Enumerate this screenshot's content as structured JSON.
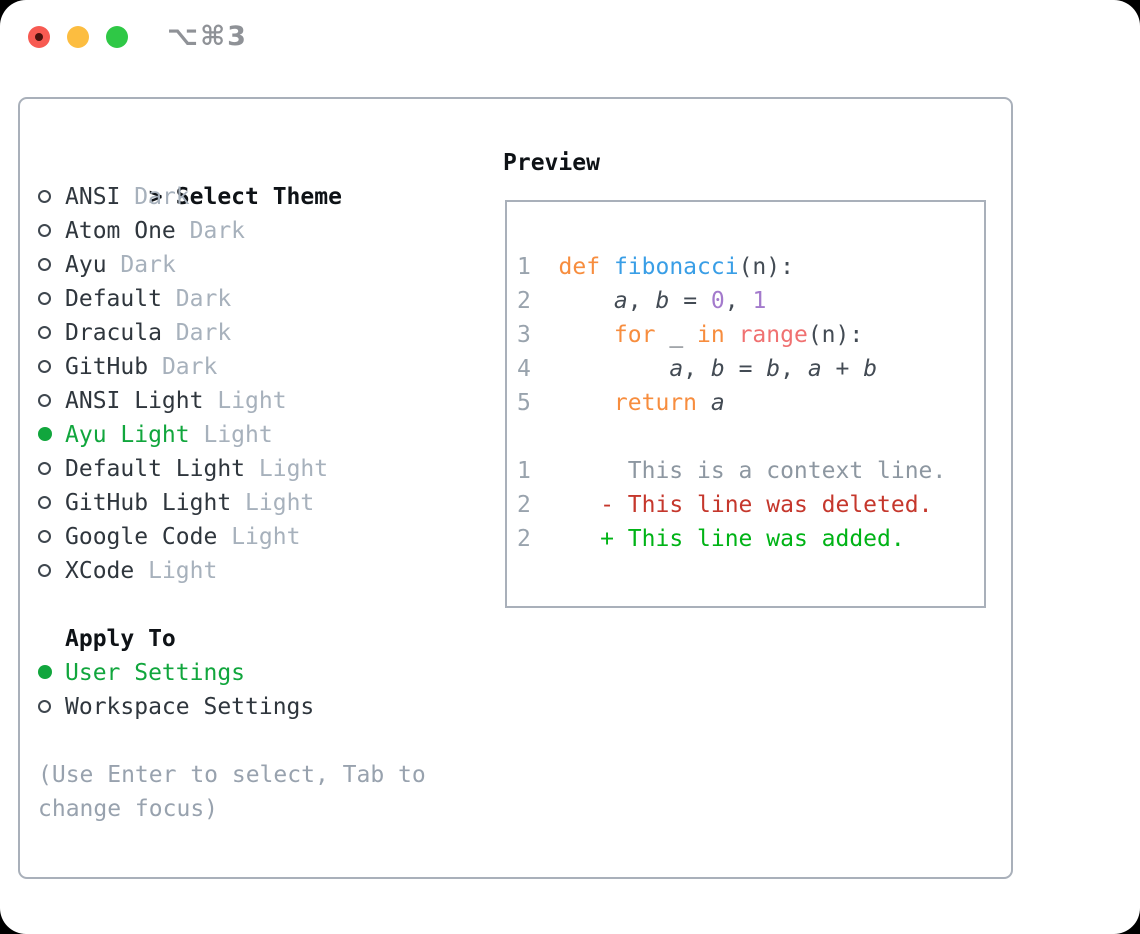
{
  "window": {
    "title": "⌥⌘3"
  },
  "colors": {
    "traffic_red": "#f75a52",
    "traffic_red_inner": "#49120e",
    "traffic_yellow": "#fcbd40",
    "traffic_green": "#2fc846",
    "title_gray": "#8f9297",
    "border_gray": "#a9b0ba",
    "header_black": "#0e1216",
    "name_dark": "#2f363d",
    "variant_gray": "#a7b1bc",
    "ring_gray": "#3f474f",
    "select_green": "#11a63d",
    "hint_gray": "#98a2ae",
    "lineno_gray": "#99a3ad",
    "code_fg": "#434b54",
    "keyword": "#f78d3e",
    "function": "#399ee6",
    "builtin": "#f07171",
    "number": "#a37acc",
    "context": "#8d97a1",
    "deleted": "#c5372c",
    "added": "#00b316"
  },
  "panel": {
    "header": {
      "prompt": ">",
      "label": "Select Theme"
    },
    "themes": [
      {
        "name": "ANSI",
        "variant": "Dark",
        "selected": false
      },
      {
        "name": "Atom One",
        "variant": "Dark",
        "selected": false
      },
      {
        "name": "Ayu",
        "variant": "Dark",
        "selected": false
      },
      {
        "name": "Default",
        "variant": "Dark",
        "selected": false
      },
      {
        "name": "Dracula",
        "variant": "Dark",
        "selected": false
      },
      {
        "name": "GitHub",
        "variant": "Dark",
        "selected": false
      },
      {
        "name": "ANSI Light",
        "variant": "Light",
        "selected": false
      },
      {
        "name": "Ayu Light",
        "variant": "Light",
        "selected": true
      },
      {
        "name": "Default Light",
        "variant": "Light",
        "selected": false
      },
      {
        "name": "GitHub Light",
        "variant": "Light",
        "selected": false
      },
      {
        "name": "Google Code",
        "variant": "Light",
        "selected": false
      },
      {
        "name": "XCode",
        "variant": "Light",
        "selected": false
      }
    ],
    "apply_to": {
      "label": "Apply To",
      "options": [
        {
          "name": "User Settings",
          "selected": true
        },
        {
          "name": "Workspace Settings",
          "selected": false
        }
      ]
    },
    "hint_lines": [
      "(Use Enter to select, Tab to",
      "change focus)"
    ]
  },
  "preview": {
    "title": "Preview",
    "code_lines": [
      {
        "num": "1",
        "segments": [
          {
            "text": "def",
            "color": "keyword"
          },
          {
            "text": " "
          },
          {
            "text": "fibonacci",
            "color": "function"
          },
          {
            "text": "(n):"
          }
        ]
      },
      {
        "num": "2",
        "segments": [
          {
            "text": "    "
          },
          {
            "text": "a",
            "italic": true
          },
          {
            "text": ", "
          },
          {
            "text": "b",
            "italic": true
          },
          {
            "text": " = "
          },
          {
            "text": "0",
            "color": "number"
          },
          {
            "text": ", "
          },
          {
            "text": "1",
            "color": "number"
          }
        ]
      },
      {
        "num": "3",
        "segments": [
          {
            "text": "    "
          },
          {
            "text": "for",
            "color": "keyword"
          },
          {
            "text": " _ "
          },
          {
            "text": "in",
            "color": "keyword"
          },
          {
            "text": " "
          },
          {
            "text": "range",
            "color": "builtin"
          },
          {
            "text": "(n):"
          }
        ]
      },
      {
        "num": "4",
        "segments": [
          {
            "text": "        "
          },
          {
            "text": "a",
            "italic": true
          },
          {
            "text": ", "
          },
          {
            "text": "b",
            "italic": true
          },
          {
            "text": " = "
          },
          {
            "text": "b",
            "italic": true
          },
          {
            "text": ", "
          },
          {
            "text": "a",
            "italic": true
          },
          {
            "text": " + "
          },
          {
            "text": "b",
            "italic": true
          }
        ]
      },
      {
        "num": "5",
        "segments": [
          {
            "text": "    "
          },
          {
            "text": "return",
            "color": "keyword"
          },
          {
            "text": " "
          },
          {
            "text": "a",
            "italic": true
          }
        ]
      },
      {
        "num": "",
        "segments": []
      },
      {
        "num": "1",
        "segments": [
          {
            "text": "     This is a context line.",
            "color": "context"
          }
        ]
      },
      {
        "num": "2",
        "segments": [
          {
            "text": "   "
          },
          {
            "text": "- This line was deleted.",
            "color": "deleted"
          }
        ]
      },
      {
        "num": "2",
        "segments": [
          {
            "text": "   "
          },
          {
            "text": "+ This line was added.",
            "color": "added"
          }
        ]
      }
    ]
  }
}
